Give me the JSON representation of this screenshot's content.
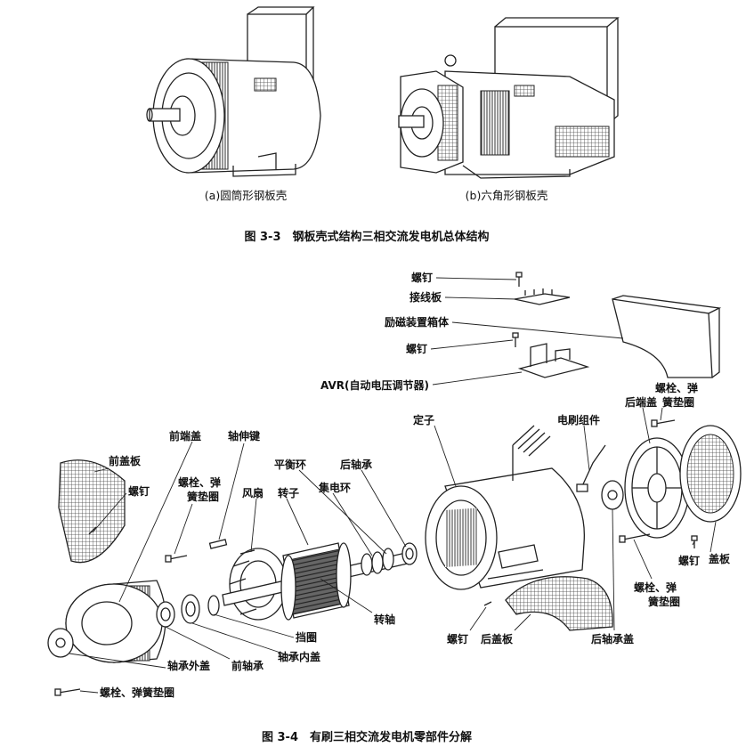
{
  "figure_3_3": {
    "sub_a": "(a)圆筒形钢板壳",
    "sub_b": "(b)六角形钢板壳",
    "caption": "图 3-3　钢板壳式结构三相交流发电机总体结构"
  },
  "figure_3_4": {
    "caption": "图 3-4　有刷三相交流发电机零部件分解",
    "labels": {
      "screw_top": "螺钉",
      "terminal_board": "接线板",
      "exciter_box": "励磁装置箱体",
      "screw_mid": "螺钉",
      "avr": "AVR(自动电压调节器)",
      "rear_end_cover": "后端盖",
      "bolt_washer_top_r1": "螺栓、弹",
      "bolt_washer_top_r2": "簧垫圈",
      "brush_assembly": "电刷组件",
      "stator": "定子",
      "front_end_cover": "前端盖",
      "shaft_key": "轴伸键",
      "front_cover_plate": "前盖板",
      "screw_front": "螺钉",
      "bolt_washer_front_r1": "螺栓、弹",
      "bolt_washer_front_r2": "簧垫圈",
      "balance_ring": "平衡环",
      "rear_bearing": "后轴承",
      "fan": "风扇",
      "rotor": "转子",
      "slip_ring": "集电环",
      "screw_right": "螺钉",
      "cover_plate": "盖板",
      "bolt_washer_right_r1": "螺栓、弹",
      "bolt_washer_right_r2": "簧垫圈",
      "shaft": "转轴",
      "retaining_ring": "挡圈",
      "bearing_inner_cover": "轴承内盖",
      "front_bearing": "前轴承",
      "bearing_outer_cover": "轴承外盖",
      "bolt_washer_bottom": "螺栓、弹簧垫圈",
      "screw_bottom": "螺钉",
      "rear_cover_plate": "后盖板",
      "rear_bearing_cover": "后轴承盖"
    }
  }
}
